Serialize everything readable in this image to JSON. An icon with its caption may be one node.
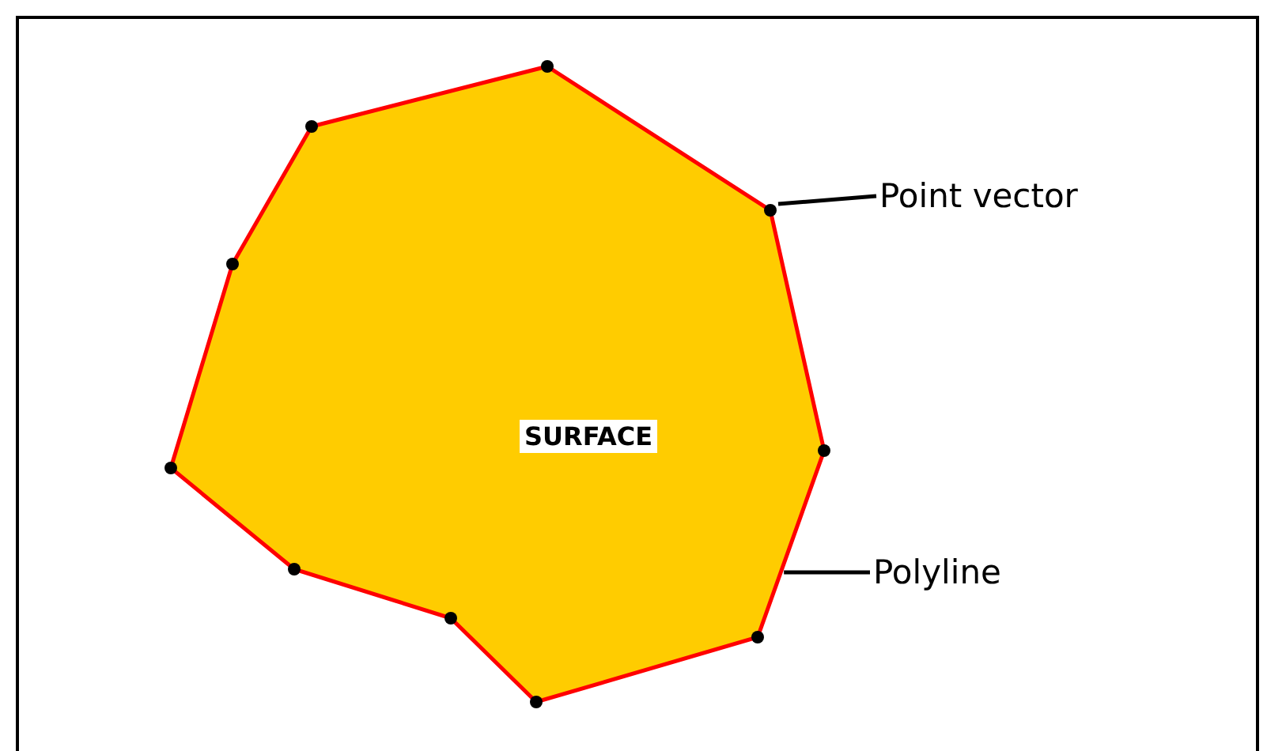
{
  "diagram": {
    "nodes": [
      {
        "text": [
          "SURFACE"
        ]
      },
      {
        "text": [
          "Point vector"
        ]
      },
      {
        "text": [],
        "shape": "circle"
      },
      {
        "text": [
          "Polyline"
        ]
      }
    ],
    "edges": [
      {
        "from": 1,
        "to": 2,
        "arrow": "none"
      },
      {
        "from": 3,
        "to": 0,
        "arrow": "none"
      }
    ]
  }
}
